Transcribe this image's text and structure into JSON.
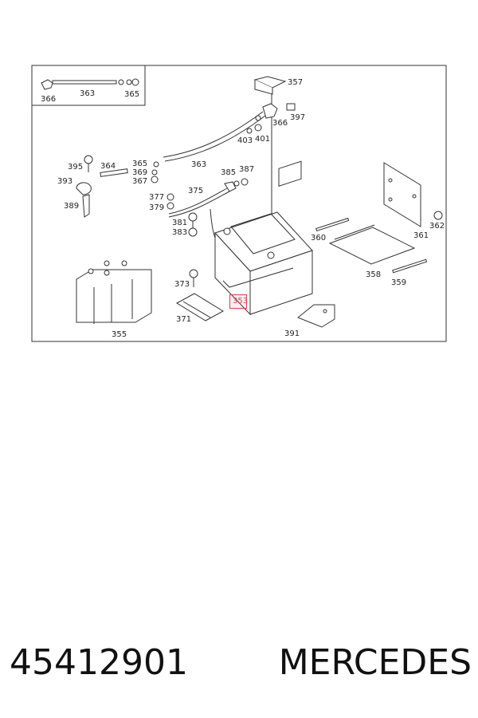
{
  "part_number": "45412901",
  "brand": "MERCEDES",
  "highlighted_callout": "353",
  "highlight_color": "#e04050",
  "callouts": {
    "c366a": "366",
    "c363a": "363",
    "c365a": "365",
    "c357": "357",
    "c366b": "366",
    "c397": "397",
    "c403": "403",
    "c401": "401",
    "c395": "395",
    "c364": "364",
    "c393": "393",
    "c389": "389",
    "c365b": "365",
    "c369": "369",
    "c367": "367",
    "c363b": "363",
    "c385": "385",
    "c387": "387",
    "c375": "375",
    "c377": "377",
    "c379": "379",
    "c381": "381",
    "c383": "383",
    "c360": "360",
    "c361": "361",
    "c362": "362",
    "c358": "358",
    "c359": "359",
    "c373": "373",
    "c371": "371",
    "c355": "355",
    "c391": "391"
  }
}
